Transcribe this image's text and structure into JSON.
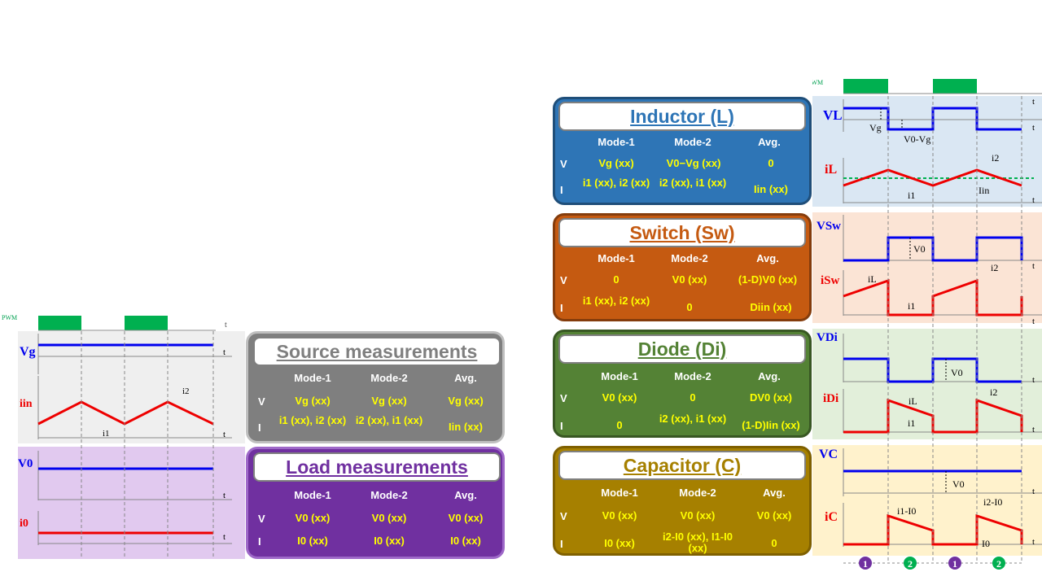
{
  "colors": {
    "blue": "#0000ee",
    "red": "#ee0000",
    "green": "#00b050",
    "purple": "#7030a0"
  },
  "pwm_label": "PWM",
  "t": "t",
  "source": {
    "title": "Source measurements",
    "hdr": [
      "Mode-1",
      "Mode-2",
      "Avg."
    ],
    "v_label": "V",
    "i_label": "I",
    "v": [
      "Vg (xx)",
      "Vg (xx)",
      "Vg (xx)"
    ],
    "i": [
      "i1 (xx), i2 (xx)",
      "i2 (xx), i1 (xx)",
      "Iin (xx)"
    ],
    "sig_v": "Vg",
    "sig_i": "iin",
    "lbl_i1": "i1",
    "lbl_i2": "i2"
  },
  "load": {
    "title": "Load measurements",
    "hdr": [
      "Mode-1",
      "Mode-2",
      "Avg."
    ],
    "v_label": "V",
    "i_label": "I",
    "v": [
      "V0 (xx)",
      "V0 (xx)",
      "V0 (xx)"
    ],
    "i": [
      "I0 (xx)",
      "I0 (xx)",
      "I0 (xx)"
    ],
    "sig_v": "V0",
    "sig_i": "i0"
  },
  "inductor": {
    "title": "Inductor (L)",
    "hdr": [
      "Mode-1",
      "Mode-2",
      "Avg."
    ],
    "v_label": "V",
    "i_label": "I",
    "v": [
      "Vg (xx)",
      "V0−Vg (xx)",
      "0"
    ],
    "i": [
      "i1 (xx), i2 (xx)",
      "i2 (xx), i1 (xx)",
      "Iin (xx)"
    ],
    "sig_v": "VL",
    "sig_i": "iL",
    "ann": [
      "Vg",
      "V0-Vg",
      "i1",
      "i2",
      "Iin"
    ]
  },
  "switch": {
    "title": "Switch (Sw)",
    "hdr": [
      "Mode-1",
      "Mode-2",
      "Avg."
    ],
    "v_label": "V",
    "i_label": "I",
    "v": [
      "0",
      "V0 (xx)",
      "(1-D)V0 (xx)"
    ],
    "i": [
      "i1 (xx), i2 (xx)",
      "0",
      "Diin (xx)"
    ],
    "sig_v": "VSw",
    "sig_i": "iSw",
    "ann": [
      "V0",
      "iL",
      "i1",
      "i2"
    ]
  },
  "diode": {
    "title": "Diode (Di)",
    "hdr": [
      "Mode-1",
      "Mode-2",
      "Avg."
    ],
    "v_label": "V",
    "i_label": "I",
    "v": [
      "V0 (xx)",
      "0",
      "DV0 (xx)"
    ],
    "i": [
      "0",
      "i2 (xx), i1 (xx)",
      "(1-D)Iin (xx)"
    ],
    "sig_v": "VDi",
    "sig_i": "iDi",
    "ann": [
      "V0",
      "iL",
      "i1",
      "i2"
    ]
  },
  "capacitor": {
    "title": "Capacitor (C)",
    "hdr": [
      "Mode-1",
      "Mode-2",
      "Avg."
    ],
    "v_label": "V",
    "i_label": "I",
    "v": [
      "V0 (xx)",
      "V0 (xx)",
      "V0 (xx)"
    ],
    "i": [
      "I0 (xx)",
      "i2-I0 (xx), I1-I0 (xx)",
      "0"
    ],
    "sig_v": "VC",
    "sig_i": "iC",
    "ann": [
      "V0",
      "i1-I0",
      "i2-I0",
      "I0"
    ]
  },
  "modes": [
    "1",
    "2",
    "1",
    "2"
  ]
}
